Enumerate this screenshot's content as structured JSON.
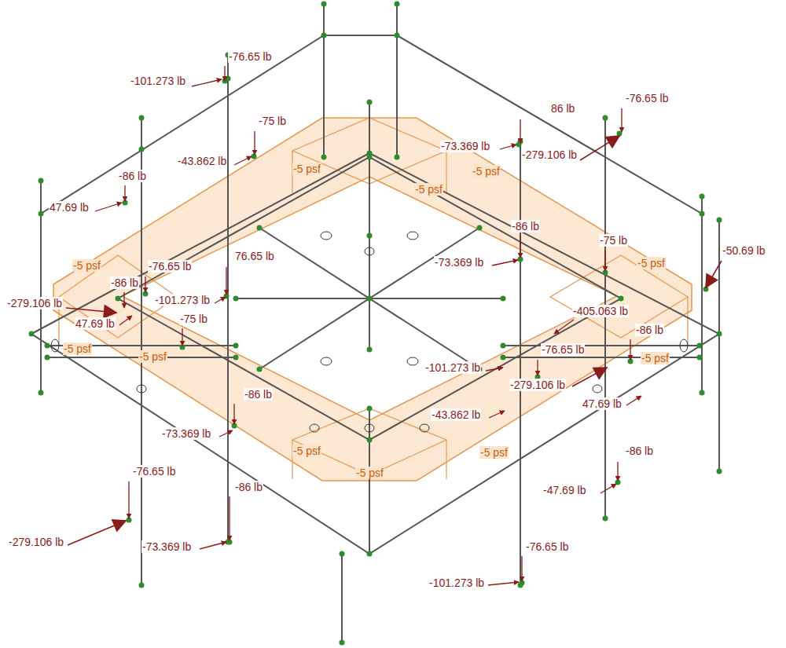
{
  "diagram": {
    "labels": [
      "-76.65 lb",
      "-101.273 lb",
      "-75 lb",
      "-43.862 lb",
      "-86 lb",
      "47.69 lb",
      "86 lb",
      "-76.65 lb",
      "-73.369 lb",
      "-279.106 lb",
      "-5 psf",
      "-5 psf",
      "-5 psf",
      "-86 lb",
      "76.65 lb",
      "-75 lb",
      "-5 psf",
      "-50.69 lb",
      "-73.369 lb",
      "-76.65 lb",
      "-86 lb",
      "-5 psf",
      "-101.273 lb",
      "-279.106 lb",
      "47.69 lb",
      "-5 psf",
      "-75 lb",
      "-5 psf",
      "-405.063 lb",
      "-86 lb",
      "-5 psf",
      "-76.65 lb",
      "-101.273 lb",
      "-279.106 lb",
      "47.69 lb",
      "-86 lb",
      "-43.862 lb",
      "-73.369 lb",
      "-5 psf",
      "-5 psf",
      "-5 psf",
      "-86 lb",
      "-47.69 lb",
      "-76.65 lb",
      "-279.106 lb",
      "-86 lb",
      "-73.369 lb",
      "-76.65 lb",
      "-101.273 lb"
    ]
  }
}
